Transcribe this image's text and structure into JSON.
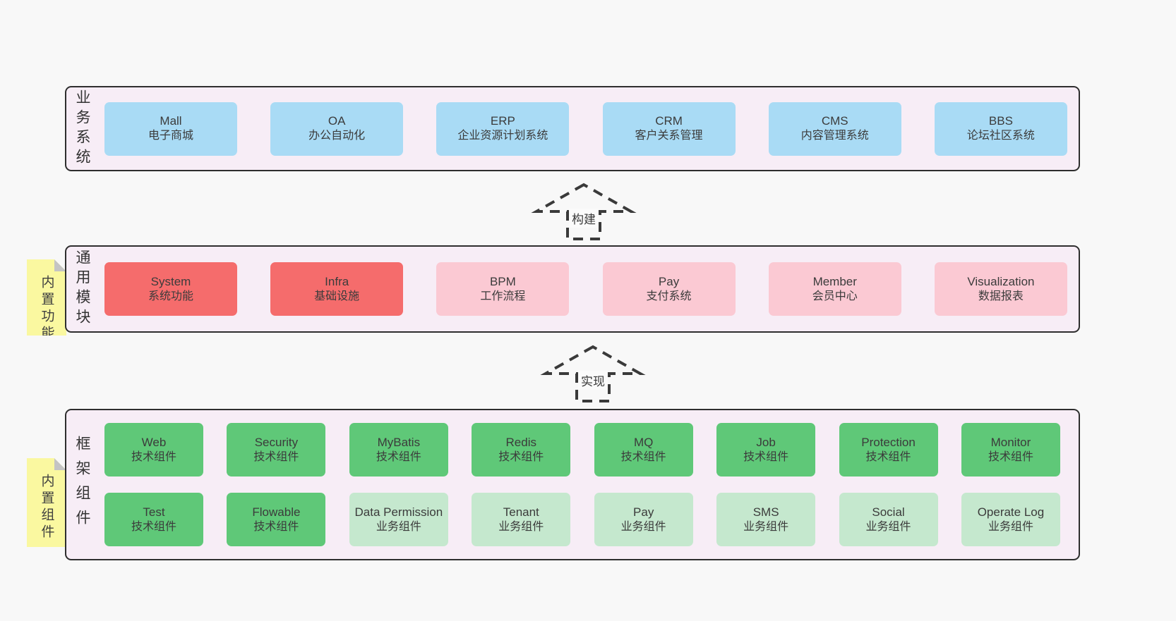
{
  "palette": {
    "page_bg": "#f8f8f8",
    "layer_bg": "#f7edf6",
    "layer_border": "#2e2e2e",
    "blue_box": "#a9dbf5",
    "red_box": "#f56c6c",
    "pink_box": "#fbc9d3",
    "green_box": "#5fc878",
    "light_green_box": "#c5e8ce",
    "sticky_note": "#faf8a0",
    "note_fold": "#c4c4c4",
    "text": "#3b3b3b"
  },
  "arrows": [
    {
      "label": "构建"
    },
    {
      "label": "实现"
    }
  ],
  "notes": [
    {
      "text": "内置功能"
    },
    {
      "text": "内置组件"
    }
  ],
  "layers": [
    {
      "label": "业务系统",
      "boxes": [
        {
          "name": "Mall",
          "subtitle": "电子商城",
          "type": "blue"
        },
        {
          "name": "OA",
          "subtitle": "办公自动化",
          "type": "blue"
        },
        {
          "name": "ERP",
          "subtitle": "企业资源计划系统",
          "type": "blue"
        },
        {
          "name": "CRM",
          "subtitle": "客户关系管理",
          "type": "blue"
        },
        {
          "name": "CMS",
          "subtitle": "内容管理系统",
          "type": "blue"
        },
        {
          "name": "BBS",
          "subtitle": "论坛社区系统",
          "type": "blue"
        }
      ]
    },
    {
      "label": "通用模块",
      "boxes": [
        {
          "name": "System",
          "subtitle": "系统功能",
          "type": "red"
        },
        {
          "name": "Infra",
          "subtitle": "基础设施",
          "type": "red"
        },
        {
          "name": "BPM",
          "subtitle": "工作流程",
          "type": "pink"
        },
        {
          "name": "Pay",
          "subtitle": "支付系统",
          "type": "pink"
        },
        {
          "name": "Member",
          "subtitle": "会员中心",
          "type": "pink"
        },
        {
          "name": "Visualization",
          "subtitle": "数据报表",
          "type": "pink"
        }
      ]
    },
    {
      "label": "框架组件",
      "rows": [
        [
          {
            "name": "Web",
            "subtitle": "技术组件",
            "type": "green"
          },
          {
            "name": "Security",
            "subtitle": "技术组件",
            "type": "green"
          },
          {
            "name": "MyBatis",
            "subtitle": "技术组件",
            "type": "green"
          },
          {
            "name": "Redis",
            "subtitle": "技术组件",
            "type": "green"
          },
          {
            "name": "MQ",
            "subtitle": "技术组件",
            "type": "green"
          },
          {
            "name": "Job",
            "subtitle": "技术组件",
            "type": "green"
          },
          {
            "name": "Protection",
            "subtitle": "技术组件",
            "type": "green"
          },
          {
            "name": "Monitor",
            "subtitle": "技术组件",
            "type": "green"
          }
        ],
        [
          {
            "name": "Test",
            "subtitle": "技术组件",
            "type": "green"
          },
          {
            "name": "Flowable",
            "subtitle": "技术组件",
            "type": "green"
          },
          {
            "name": "Data Permission",
            "subtitle": "业务组件",
            "type": "lightgreen"
          },
          {
            "name": "Tenant",
            "subtitle": "业务组件",
            "type": "lightgreen"
          },
          {
            "name": "Pay",
            "subtitle": "业务组件",
            "type": "lightgreen"
          },
          {
            "name": "SMS",
            "subtitle": "业务组件",
            "type": "lightgreen"
          },
          {
            "name": "Social",
            "subtitle": "业务组件",
            "type": "lightgreen"
          },
          {
            "name": "Operate Log",
            "subtitle": "业务组件",
            "type": "lightgreen"
          }
        ]
      ]
    }
  ]
}
